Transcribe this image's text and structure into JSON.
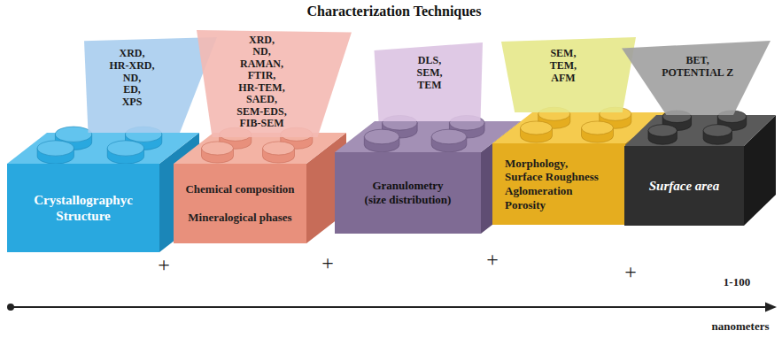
{
  "diagram": {
    "title": "Characterization Techniques",
    "nodes": [
      {
        "text": [
          "XRD, HR-XRD, ND, ED, XPS"
        ]
      },
      {
        "text": [
          "Crystallographyc Structure"
        ]
      },
      {
        "text": [
          "XRD, ND, RAMAN, FTIR, HR-TEM, SAED, SEM-EDS, FIB-SEM"
        ]
      },
      {
        "text": [
          "Chemical composition",
          "Mineralogical phases"
        ]
      },
      {
        "text": [
          "DLS, SEM, TEM"
        ]
      },
      {
        "text": [
          "Granulometry (size distribution)"
        ]
      },
      {
        "text": [
          "SEM, TEM, AFM"
        ]
      },
      {
        "text": [
          "Morphology, Surface Roughness Aglomeration Porosity"
        ]
      },
      {
        "text": [
          "BET, POTENTIAL Z"
        ]
      },
      {
        "text": [
          "Surface area"
        ]
      }
    ],
    "labels": [
      "+",
      "+",
      "+",
      "+",
      "1-100",
      "nanometers"
    ]
  }
}
